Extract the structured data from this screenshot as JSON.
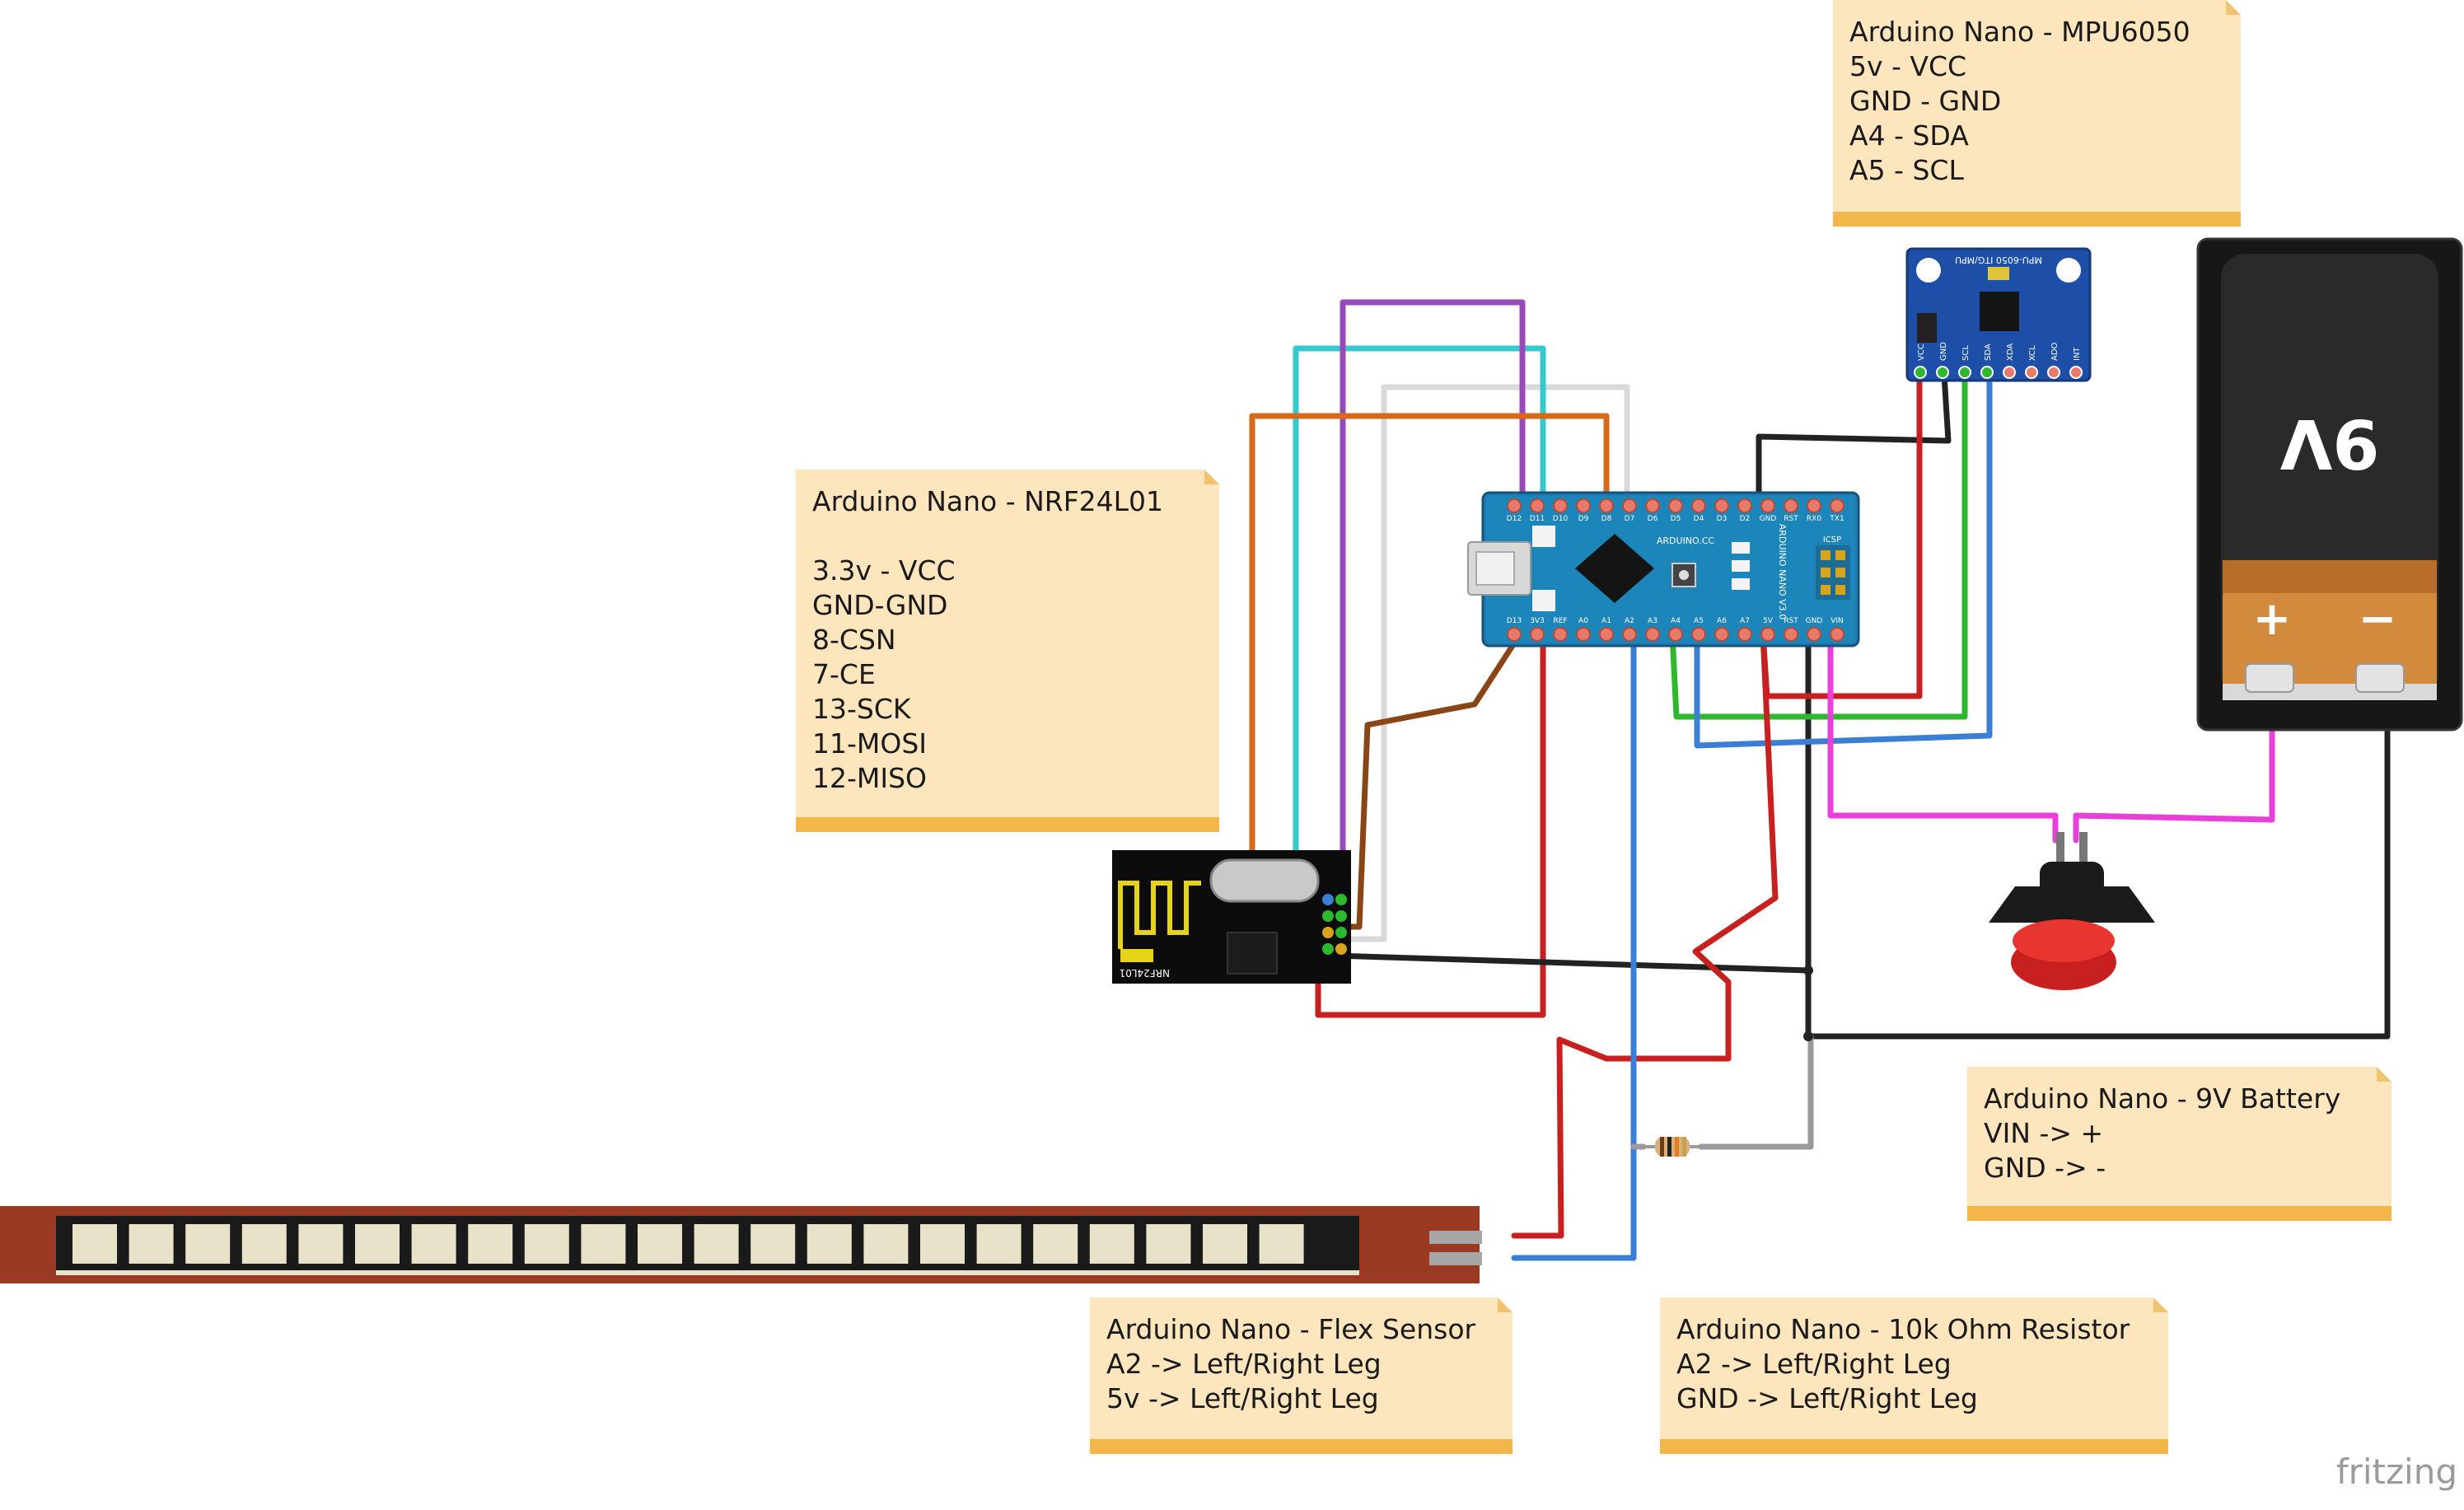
{
  "notes": {
    "mpu6050": {
      "lines": [
        "Arduino Nano - MPU6050",
        "5v - VCC",
        "GND - GND",
        "A4 - SDA",
        "A5 - SCL"
      ]
    },
    "nrf24l01": {
      "lines": [
        "Arduino Nano - NRF24L01",
        "",
        "3.3v - VCC",
        "GND-GND",
        "8-CSN",
        "7-CE",
        "13-SCK",
        "11-MOSI",
        "12-MISO"
      ]
    },
    "battery": {
      "lines": [
        "Arduino Nano - 9V Battery",
        "VIN -> +",
        "GND -> -"
      ]
    },
    "flex": {
      "lines": [
        "Arduino Nano - Flex Sensor",
        "A2 -> Left/Right Leg",
        "5v -> Left/Right Leg"
      ]
    },
    "resistor": {
      "lines": [
        "Arduino Nano - 10k Ohm Resistor",
        "A2 -> Left/Right Leg",
        "GND -> Left/Right Leg"
      ]
    }
  },
  "components": {
    "nano": {
      "top_pins": [
        "D12",
        "D11",
        "D10",
        "D9",
        "D8",
        "D7",
        "D6",
        "D5",
        "D4",
        "D3",
        "D2",
        "GND",
        "RST",
        "RX0",
        "TX1"
      ],
      "bottom_pins": [
        "D13",
        "3V3",
        "REF",
        "A0",
        "A1",
        "A2",
        "A3",
        "A4",
        "A5",
        "A6",
        "A7",
        "5V",
        "RST",
        "GND",
        "VIN"
      ],
      "brand": "ARDUINO.CC",
      "model": "ARDUINO NANO V3.0",
      "icsp": "ICSP"
    },
    "mpu": {
      "title": "MPU-6050 ITG/MPU",
      "pins": [
        "VCC",
        "GND",
        "SCL",
        "SDA",
        "XDA",
        "XCL",
        "ADO",
        "INT"
      ]
    },
    "nrf": {
      "label": "NRF24L01"
    },
    "battery": {
      "voltage": "9V",
      "plus": "+",
      "minus": "−"
    }
  },
  "colors": {
    "red": "#c8201e",
    "black": "#222222",
    "green": "#2eb82e",
    "blue": "#3b7fd4",
    "magenta": "#e83fd8",
    "orange": "#d8681a",
    "cyan": "#35c8d0",
    "purple": "#9a4ab8",
    "white_wire": "#d9d9d9",
    "brown": "#8a4516",
    "gray": "#9a9a9a",
    "note_bg": "#fde6bd",
    "note_bar": "#f3b649"
  },
  "watermark": "fritzing"
}
